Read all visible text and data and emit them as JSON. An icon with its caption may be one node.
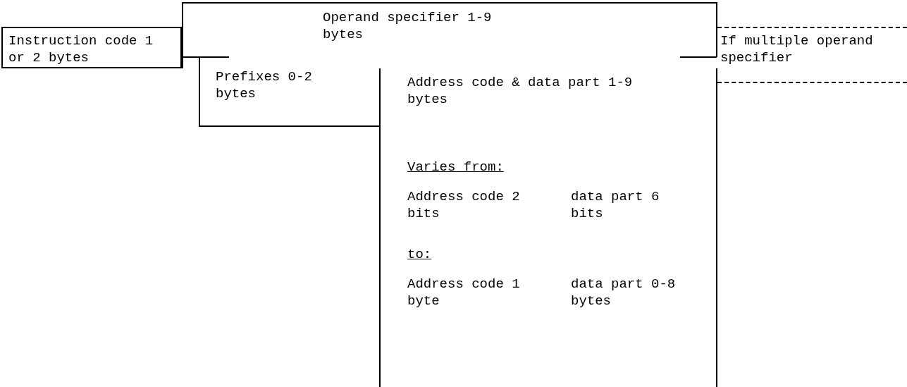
{
  "diagram": {
    "nodes": [
      {
        "text": [
          "Instruction code 1 or 2 bytes"
        ]
      },
      {
        "text": [
          "Operand specifier 1-9 bytes"
        ]
      },
      {
        "text": [
          "If multiple operand specifier"
        ]
      },
      {
        "text": [
          "Prefixes 0-2 bytes"
        ]
      },
      {
        "text": [
          "Address code & data part 1-9 bytes",
          "Varies from:",
          "Address code 2 bits",
          "data part 6 bits",
          "to:",
          "Address code 1 byte",
          "data part 0-8 bytes"
        ]
      }
    ]
  }
}
